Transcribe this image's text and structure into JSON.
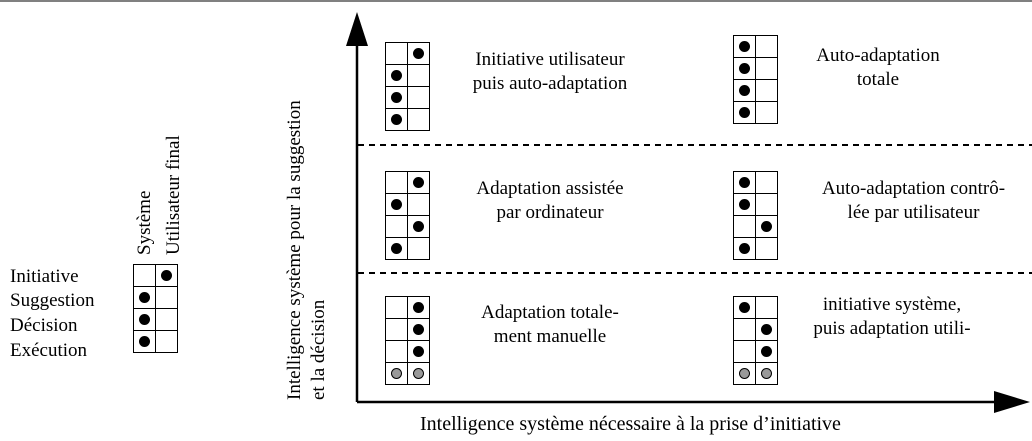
{
  "legend": {
    "col_labels": [
      "Système",
      "Utilisateur final"
    ],
    "row_labels": [
      "Initiative",
      "Suggestion",
      "Décision",
      "Exécution"
    ],
    "grid": [
      [
        "",
        "b"
      ],
      [
        "b",
        ""
      ],
      [
        "b",
        ""
      ],
      [
        "b",
        ""
      ]
    ]
  },
  "axes": {
    "y_label_line1": "Intelligence système pour la suggestion",
    "y_label_line2": "et la décision",
    "x_label": "Intelligence système nécessaire à la prise d’initiative"
  },
  "cells": [
    {
      "line1": "Initiative utilisateur",
      "line2": "puis auto-adaptation",
      "grid": [
        [
          "",
          "b"
        ],
        [
          "b",
          ""
        ],
        [
          "b",
          ""
        ],
        [
          "b",
          ""
        ]
      ]
    },
    {
      "line1": "Auto-adaptation",
      "line2": "totale",
      "grid": [
        [
          "b",
          ""
        ],
        [
          "b",
          ""
        ],
        [
          "b",
          ""
        ],
        [
          "b",
          ""
        ]
      ]
    },
    {
      "line1": "Adaptation assistée",
      "line2": "par ordinateur",
      "grid": [
        [
          "",
          "b"
        ],
        [
          "b",
          ""
        ],
        [
          "",
          "b"
        ],
        [
          "b",
          ""
        ]
      ]
    },
    {
      "line1": "Auto-adaptation contrô-",
      "line2": "lée par utilisateur",
      "grid": [
        [
          "b",
          ""
        ],
        [
          "b",
          ""
        ],
        [
          "",
          "b"
        ],
        [
          "b",
          ""
        ]
      ]
    },
    {
      "line1": "Adaptation totale-",
      "line2": "ment manuelle",
      "grid": [
        [
          "",
          "b"
        ],
        [
          "",
          "b"
        ],
        [
          "",
          "b"
        ],
        [
          "g",
          "g"
        ]
      ]
    },
    {
      "line1": "initiative système,",
      "line2": "puis adaptation utili-",
      "grid": [
        [
          "b",
          ""
        ],
        [
          "",
          "b"
        ],
        [
          "",
          "b"
        ],
        [
          "g",
          "g"
        ]
      ]
    }
  ]
}
